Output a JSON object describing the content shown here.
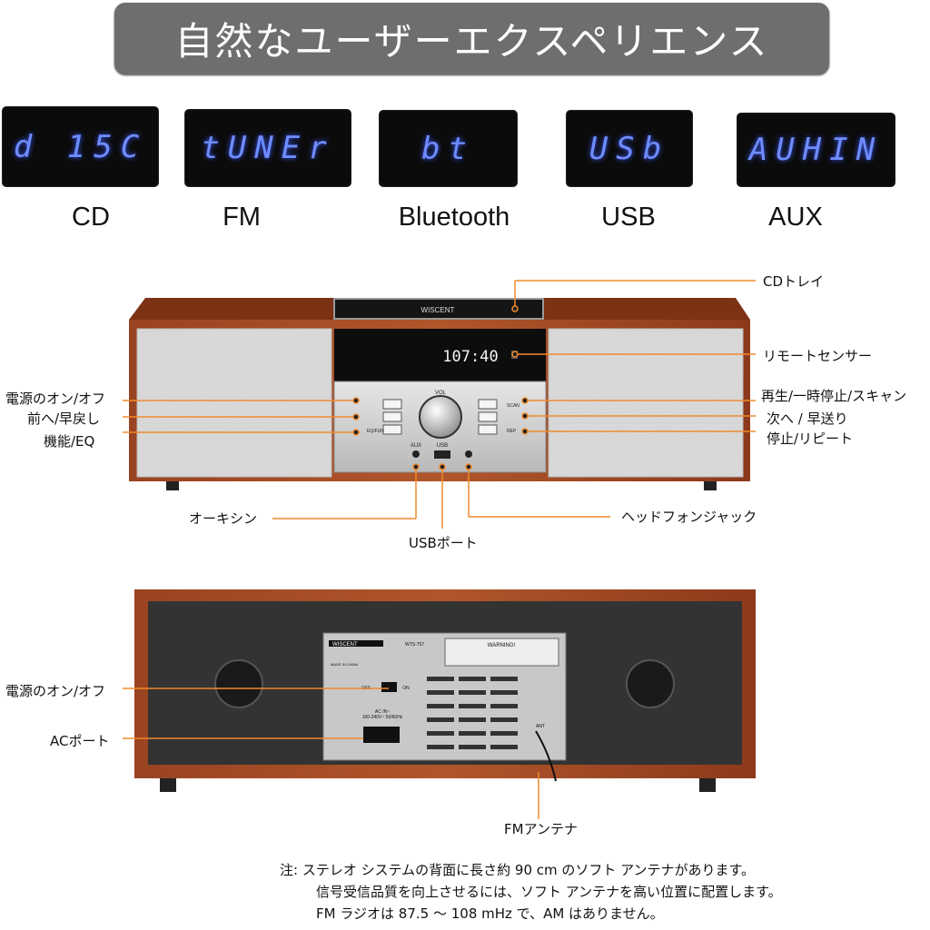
{
  "banner": {
    "title": "自然なユーザーエクスペリエンス"
  },
  "modes": [
    {
      "display": "d 15C",
      "label": "CD"
    },
    {
      "display": "tUNEr",
      "label": "FM"
    },
    {
      "display": "bt",
      "label": "Bluetooth"
    },
    {
      "display": "USb",
      "label": "USB"
    },
    {
      "display": "AUHIN",
      "label": "AUX"
    }
  ],
  "front": {
    "brand": "WISCENT",
    "clock": "107:40",
    "vol_label": "VOL",
    "port_labels": {
      "aux": "AUX",
      "usb": "USB"
    },
    "button_labels": {
      "eq": "EQ/FUN",
      "scan": "SCAN",
      "rep": "REP"
    },
    "callouts": {
      "cd_tray": "CDトレイ",
      "remote_sensor": "リモートセンサー",
      "power": "電源のオン/オフ",
      "prev": "前へ/早戻し",
      "function": "機能/EQ",
      "play": "再生/一時停止/スキャン",
      "next": "次へ / 早送り",
      "stop": "停止/リピート",
      "aux": "オーキシン",
      "usb": "USBポート",
      "headphone": "ヘッドフォンジャック"
    }
  },
  "back": {
    "panel": {
      "brand": "WISCENT",
      "model": "WTS-757",
      "warning": "WARNING!",
      "off": "OFF",
      "on": "ON",
      "ac_in": "AC IN~",
      "ac_spec": "100-240V~ 50/60Hz",
      "made_in": "MADE IN CHINA",
      "ant": "ANT"
    },
    "callouts": {
      "power": "電源のオン/オフ",
      "ac_port": "ACポート",
      "fm_antenna": "FMアンテナ"
    }
  },
  "note": {
    "lines": [
      "注: ステレオ システムの背面に長さ約 90 cm のソフト アンテナがあります。",
      "信号受信品質を向上させるには、ソフト アンテナを高い位置に配置します。",
      "FM ラジオは 87.5 ～ 108 mHz で、AM はありません。"
    ]
  },
  "colors": {
    "banner": "#6e6e6e",
    "display_digits": "#6f8cff",
    "callout_line": "#f08a2c",
    "wood": "#8a3a1c"
  }
}
